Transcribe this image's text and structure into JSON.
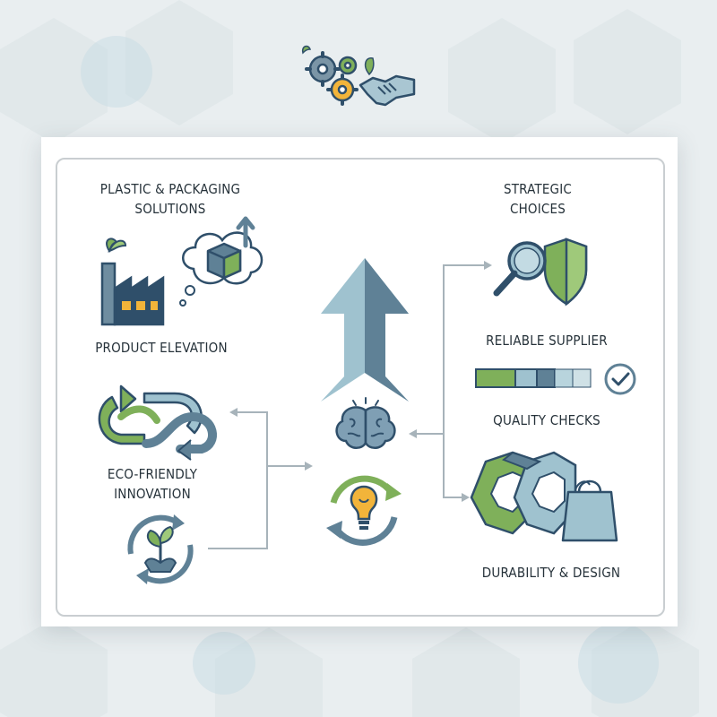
{
  "left_column": {
    "heading": "PLASTIC & PACKAGING\nSOLUTIONS",
    "items": [
      {
        "label": "PRODUCT ELEVATION"
      },
      {
        "label": "ECO-FRIENDLY\nINNOVATION"
      }
    ]
  },
  "right_column": {
    "heading": "STRATEGIC\nCHOICES",
    "items": [
      {
        "label": "RELIABLE SUPPLIER"
      },
      {
        "label": "QUALITY CHECKS"
      },
      {
        "label": "DURABILITY & DESIGN"
      }
    ]
  },
  "colors": {
    "green": "#7fb05a",
    "slate_blue": "#5f8196",
    "light_blue": "#9fc2cf",
    "navy": "#2f4f6a",
    "yellow": "#f2b43a"
  },
  "icons": [
    "gears-handshake-icon",
    "factory-icon",
    "box-thought-icon",
    "recycle-arrows-icon",
    "plant-cycle-icon",
    "up-arrow-icon",
    "brain-icon",
    "lightbulb-cycle-icon",
    "magnifier-shield-icon",
    "progress-bar-icon",
    "check-circle-icon",
    "chain-links-bag-icon"
  ]
}
